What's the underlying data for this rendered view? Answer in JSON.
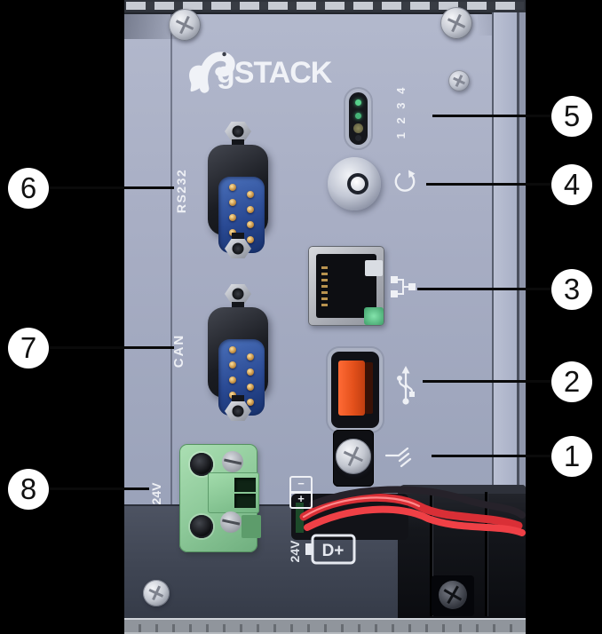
{
  "brand": {
    "logo_text": "gSTACK"
  },
  "panel_labels": {
    "status_leds": "1 2 3 4",
    "serial": "RS232",
    "can": "CAN",
    "power_terminal": "24V",
    "terminal_minus": "−",
    "terminal_plus": "+",
    "supply": "24V",
    "battery": "D+"
  },
  "callouts": [
    {
      "number": "1"
    },
    {
      "number": "2"
    },
    {
      "number": "3"
    },
    {
      "number": "4"
    },
    {
      "number": "5"
    },
    {
      "number": "6"
    },
    {
      "number": "7"
    },
    {
      "number": "8"
    }
  ],
  "icons": {
    "reset": "circular-arrow",
    "ethernet": "network-nodes",
    "usb": "usb-trident",
    "ground": "chassis-ground",
    "battery": "battery-outline",
    "logo": "goose"
  },
  "colors": {
    "background": "#000000",
    "panel": "#a8aec4",
    "housing_dark": "#454b5a",
    "usb_orange": "#e8541f",
    "terminal_green": "#8fce9e",
    "led_green": "#57d08b",
    "db9_blue": "#2c4f9e",
    "silkscreen": "#eef0f5",
    "callout_bg": "#ffffff",
    "callout_fg": "#111111"
  }
}
